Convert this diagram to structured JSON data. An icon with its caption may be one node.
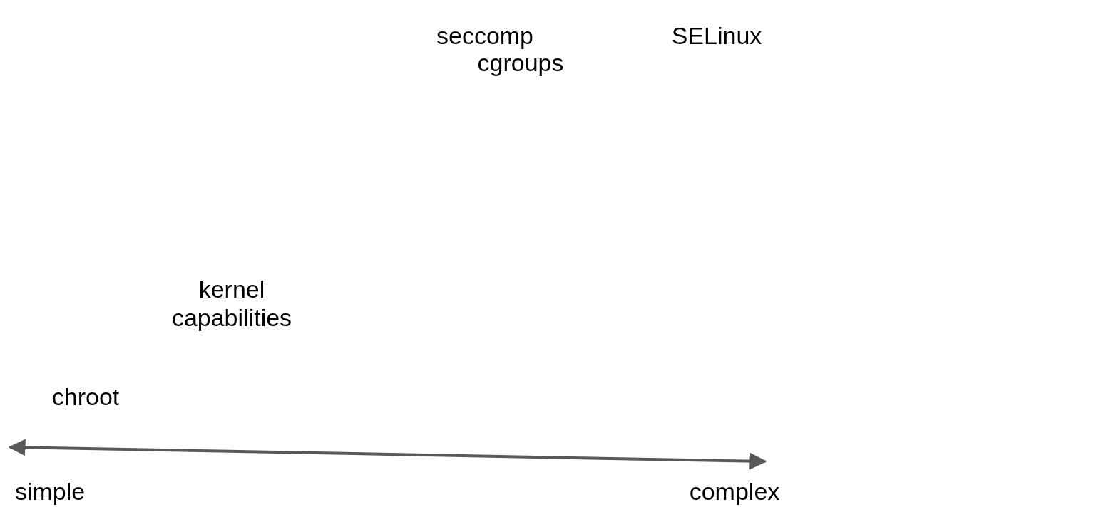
{
  "diagram": {
    "labels": [
      "seccomp",
      "SELinux",
      "cgroups",
      "kernel capabilities",
      "chroot",
      "simple",
      "complex"
    ]
  }
}
